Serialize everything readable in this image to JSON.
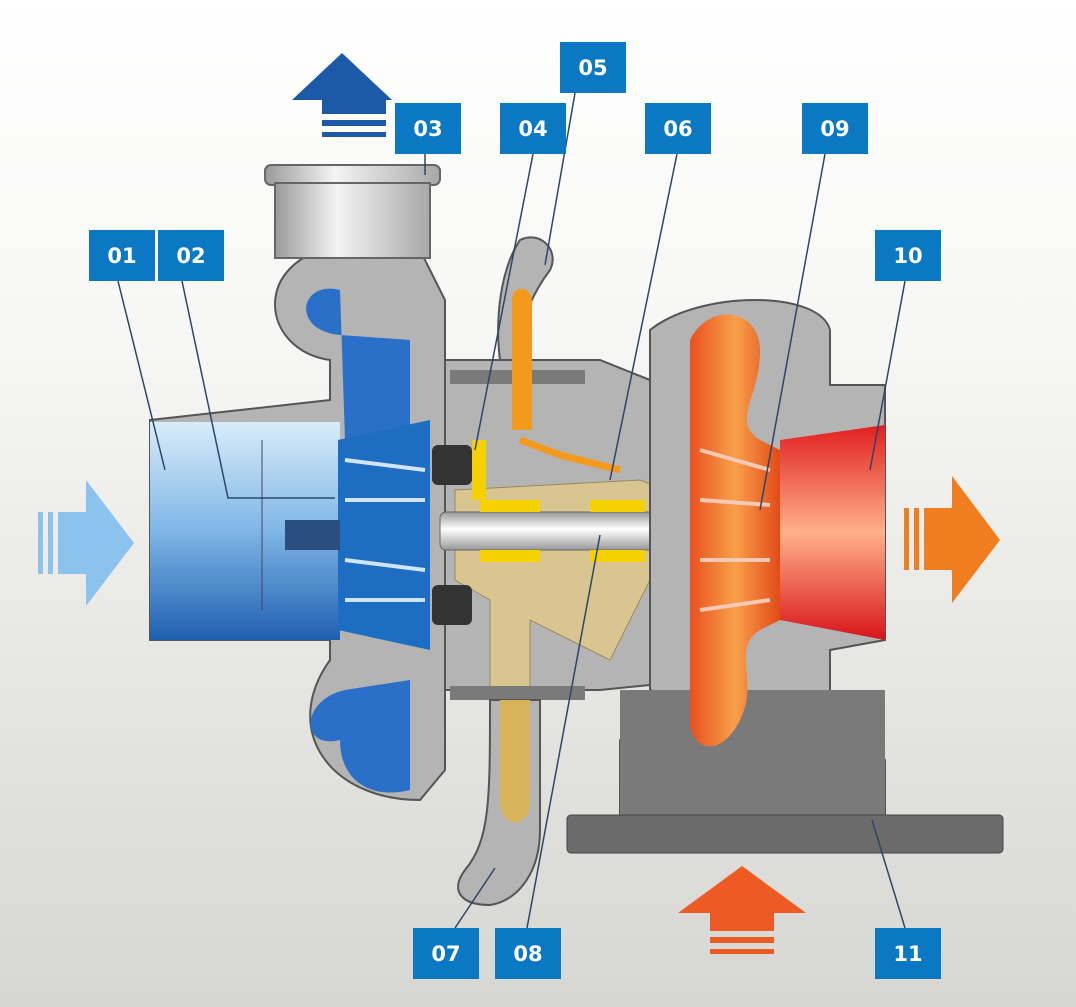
{
  "colors": {
    "label": "#0a78c2",
    "cold": "#1f6fc0",
    "hot": "#e8501c",
    "oil": "#f5c400",
    "housing": "#b4b4b4"
  },
  "labels": [
    {
      "id": "l01",
      "text": "01"
    },
    {
      "id": "l02",
      "text": "02"
    },
    {
      "id": "l03",
      "text": "03"
    },
    {
      "id": "l04",
      "text": "04"
    },
    {
      "id": "l05",
      "text": "05"
    },
    {
      "id": "l06",
      "text": "06"
    },
    {
      "id": "l07",
      "text": "07"
    },
    {
      "id": "l08",
      "text": "08"
    },
    {
      "id": "l09",
      "text": "09"
    },
    {
      "id": "l10",
      "text": "10"
    },
    {
      "id": "l11",
      "text": "11"
    }
  ]
}
